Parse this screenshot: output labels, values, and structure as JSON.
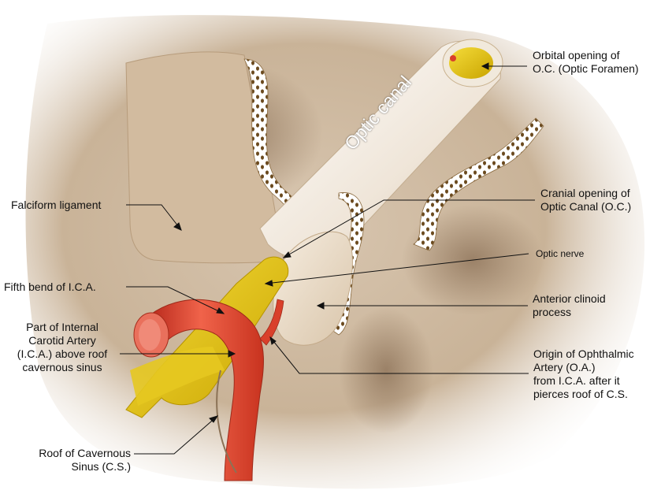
{
  "figure": {
    "canal_text": "Optic canal",
    "labels": {
      "orbital_opening": "Orbital opening of\nO.C. (Optic Foramen)",
      "falciform": "Falciform ligament",
      "cranial_opening": "Cranial opening of\nOptic Canal (O.C.)",
      "optic_nerve": "Optic nerve",
      "fifth_bend": "Fifth bend of I.C.A.",
      "anterior_clinoid": "Anterior clinoid\nprocess",
      "part_ica": "Part of Internal\nCarotid Artery\n(I.C.A.) above roof\ncavernous sinus",
      "origin_oa": "Origin of Ophthalmic\nArtery (O.A.)\nfrom I.C.A. after it\npierces roof of C.S.",
      "roof_cs": "Roof of Cavernous\nSinus (C.S.)"
    }
  },
  "colors": {
    "tissue": "#cbb296",
    "tissue_light": "#e9dccb",
    "bone_white": "#f7f3ec",
    "nerve_yellow": "#e8c400",
    "artery_red": "#d9402b",
    "bone_dots": "#6b4a1e"
  }
}
